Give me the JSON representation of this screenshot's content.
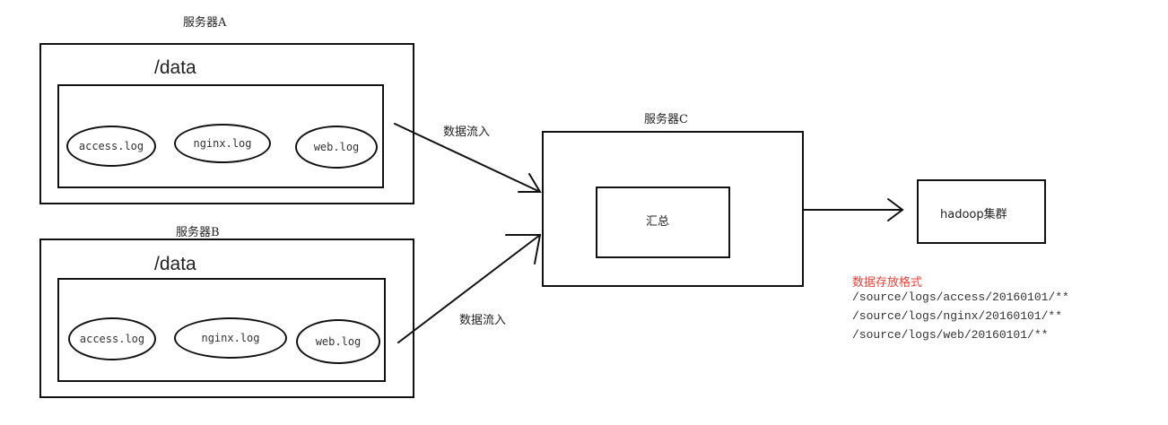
{
  "server_a": {
    "title": "服务器A",
    "dir": "/data",
    "logs": [
      "access.log",
      "nginx.log",
      "web.log"
    ]
  },
  "server_b": {
    "title": "服务器B",
    "dir": "/data",
    "logs": [
      "access.log",
      "nginx.log",
      "web.log"
    ]
  },
  "server_c": {
    "title": "服务器C",
    "aggregate": "汇总"
  },
  "hadoop": {
    "label": "hadoop集群"
  },
  "flow_label_a": "数据流入",
  "flow_label_b": "数据流入",
  "storage_format": {
    "title": "数据存放格式",
    "paths": [
      "/source/logs/access/20160101/**",
      "/source/logs/nginx/20160101/**",
      "/source/logs/web/20160101/**"
    ],
    "title_color": "#e8413a"
  }
}
